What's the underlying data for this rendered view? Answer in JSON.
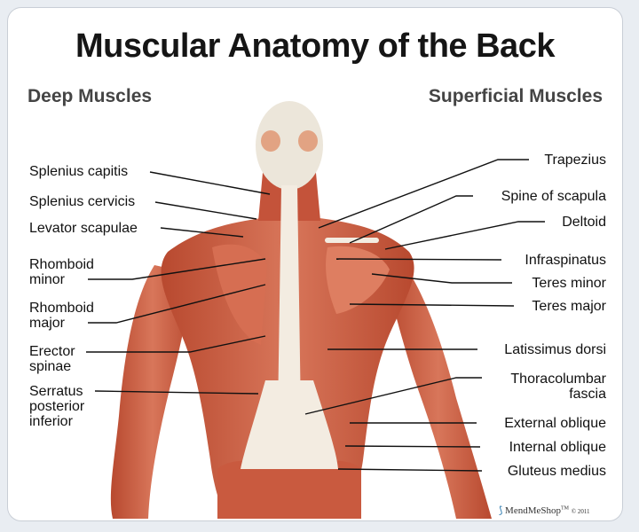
{
  "title": "Muscular Anatomy of the Back",
  "left_heading": "Deep Muscles",
  "right_heading": "Superficial Muscles",
  "deep_muscles": [
    {
      "line1": "Splenius capitis",
      "line2": ""
    },
    {
      "line1": "Splenius cervicis",
      "line2": ""
    },
    {
      "line1": "Levator scapulae",
      "line2": ""
    },
    {
      "line1": "Rhomboid",
      "line2": "minor"
    },
    {
      "line1": "Rhomboid",
      "line2": "major"
    },
    {
      "line1": "Erector",
      "line2": "spinae"
    },
    {
      "line1": "Serratus",
      "line2": "posterior",
      "line3": "inferior"
    }
  ],
  "superficial_muscles": [
    {
      "line1": "Trapezius"
    },
    {
      "line1": "Spine of scapula"
    },
    {
      "line1": "Deltoid"
    },
    {
      "line1": "Infraspinatus"
    },
    {
      "line1": "Teres minor"
    },
    {
      "line1": "Teres major"
    },
    {
      "line1": "Latissimus dorsi"
    },
    {
      "line1": "Thoracolumbar",
      "line2": "fascia"
    },
    {
      "line1": "External oblique"
    },
    {
      "line1": "Internal oblique"
    },
    {
      "line1": "Gluteus medius"
    }
  ],
  "brand": {
    "name": "MendMeShop",
    "tm": "TM",
    "copyright": "© 2011"
  },
  "colors": {
    "muscle": "#c8583f",
    "muscle_light": "#e0856a",
    "tendon": "#f3ece1",
    "skull": "#ece6da"
  }
}
